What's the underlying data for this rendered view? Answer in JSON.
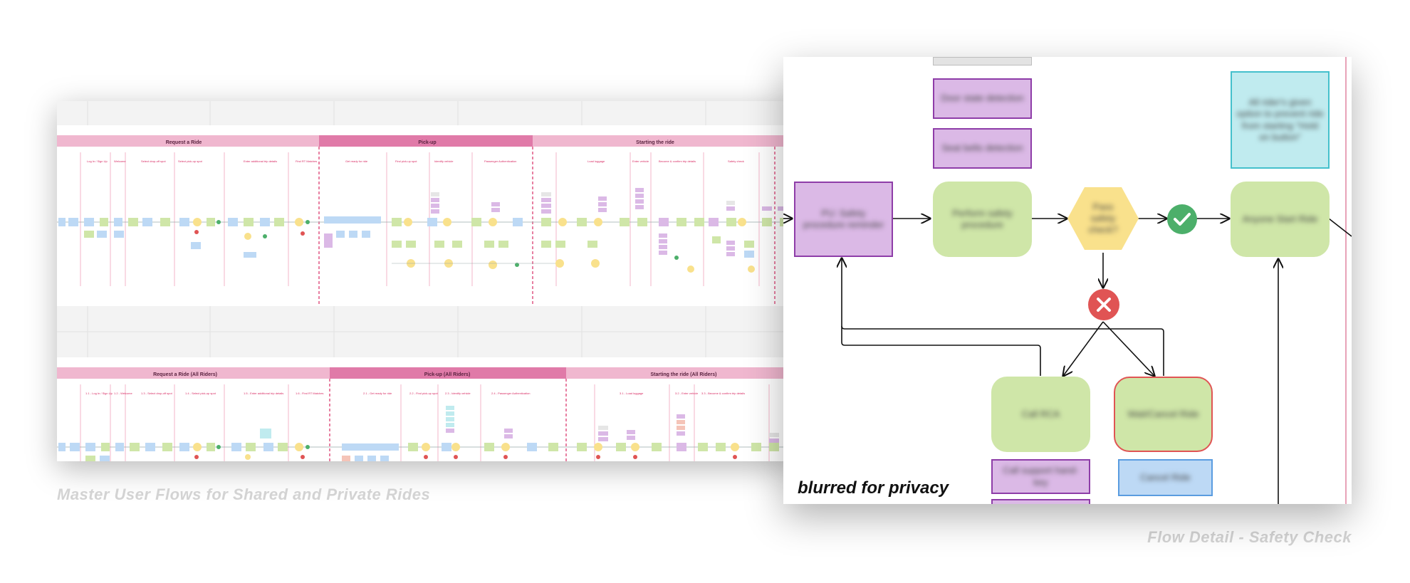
{
  "captions": {
    "left": "Master User Flows for Shared and Private Rides",
    "right": "Flow Detail - Safety Check"
  },
  "overlay_text": "blurred for privacy",
  "overview": {
    "top_phases": [
      "Request a Ride",
      "Pick-up",
      "Starting the ride"
    ],
    "bottom_phases": [
      "Request a Ride (All Riders)",
      "Pick-up (All Riders)",
      "Starting the ride (All Riders)"
    ]
  },
  "detail": {
    "nodes": {
      "door_state": "Door state detection",
      "seat_belts": "Seat belts detection",
      "safety_reminder": "PU: Safety procedure reminder",
      "perform_safety": "Perform safety procedure",
      "pass_check": "Pass safety check?",
      "all_riders": "All rider's given option to prevent ride from starting \"Hold on button\"",
      "anyone_start": "Anyone Start Ride",
      "call_rca": "Call RCA",
      "wait_cancel": "Wait/Cancel Ride",
      "call_support": "Call support hand-key",
      "cancel_ride": "Cancel Ride"
    }
  },
  "colors": {
    "purple_fill": "#dbb9e6",
    "purple_border": "#8e3da8",
    "green_fill": "#cfe6a8",
    "yellow": "#f9e18c",
    "check_green": "#4caf6a",
    "cross_red": "#e05454",
    "cyan_fill": "#c0ebef",
    "blue_fill": "#bdd9f5",
    "phase_pink": "#f0b7cf",
    "phase_pink_dark": "#e07aa8",
    "accent_red": "#d82b63"
  }
}
